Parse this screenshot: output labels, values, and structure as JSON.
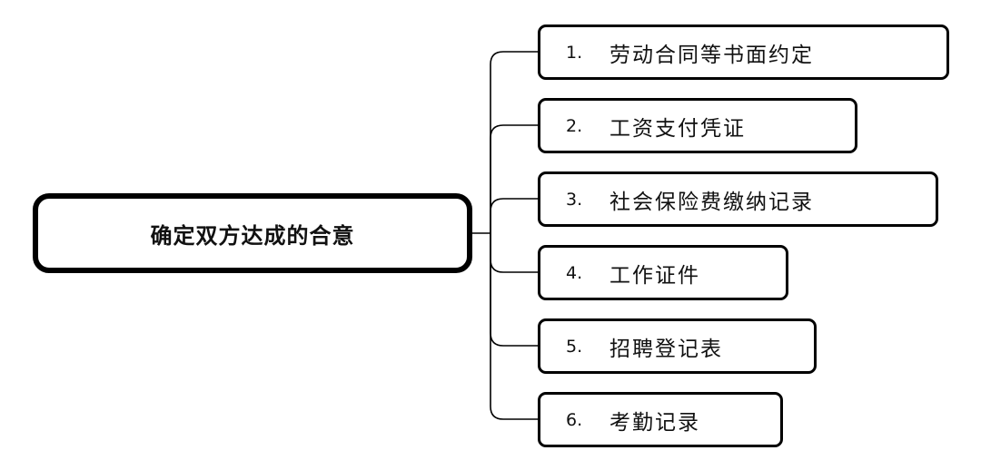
{
  "root": {
    "label": "确定双方达成的合意"
  },
  "items": [
    {
      "number": "1.",
      "label": "劳动合同等书面约定"
    },
    {
      "number": "2.",
      "label": "工资支付凭证"
    },
    {
      "number": "3.",
      "label": "社会保险费缴纳记录"
    },
    {
      "number": "4.",
      "label": "工作证件"
    },
    {
      "number": "5.",
      "label": "招聘登记表"
    },
    {
      "number": "6.",
      "label": "考勤记录"
    }
  ]
}
